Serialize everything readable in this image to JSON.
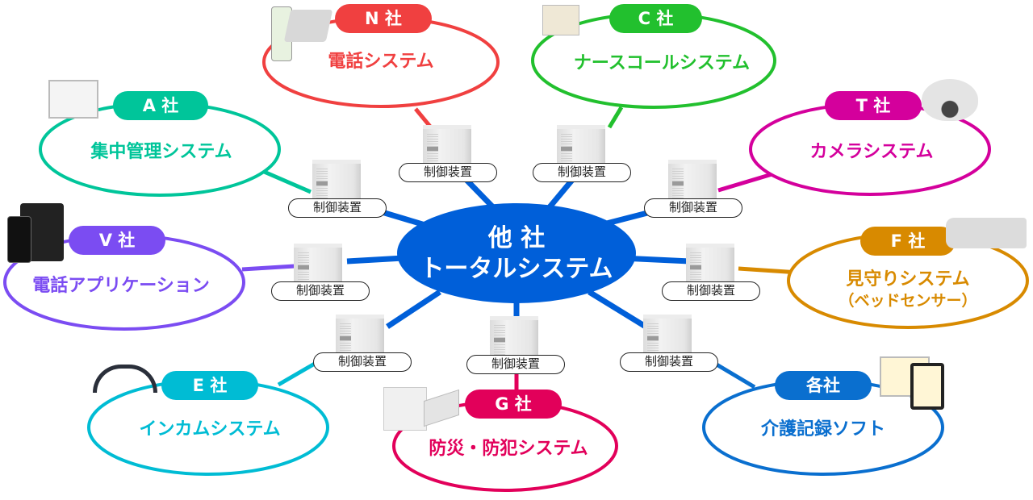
{
  "center": {
    "line1": "他 社",
    "line2": "トータルシステム",
    "color": "#005fd9"
  },
  "device_label": "制御装置",
  "systems": [
    {
      "id": "n",
      "company": "N 社",
      "name": "電話システム",
      "sub": "",
      "color": "#f04040",
      "icon": "phone-icon"
    },
    {
      "id": "c",
      "company": "C 社",
      "name": "ナースコールシステム",
      "sub": "",
      "color": "#22c02e",
      "icon": "nurse-call-icon"
    },
    {
      "id": "t",
      "company": "T 社",
      "name": "カメラシステム",
      "sub": "",
      "color": "#d4009c",
      "icon": "camera-icon"
    },
    {
      "id": "a",
      "company": "A 社",
      "name": "集中管理システム",
      "sub": "",
      "color": "#00c59a",
      "icon": "monitor-icon"
    },
    {
      "id": "v",
      "company": "V 社",
      "name": "電話アプリケーション",
      "sub": "",
      "color": "#7b4cf2",
      "icon": "tablet-icon"
    },
    {
      "id": "f",
      "company": "F 社",
      "name": "見守りシステム",
      "sub": "（ベッドセンサー）",
      "color": "#d88a00",
      "icon": "bed-icon"
    },
    {
      "id": "e",
      "company": "E 社",
      "name": "インカムシステム",
      "sub": "",
      "color": "#00bcd4",
      "icon": "headset-icon"
    },
    {
      "id": "g",
      "company": "G 社",
      "name": "防災・防犯システム",
      "sub": "",
      "color": "#e2005a",
      "icon": "alarm-icon"
    },
    {
      "id": "k",
      "company": "各社",
      "name": "介護記録ソフト",
      "sub": "",
      "color": "#0a6fcf",
      "icon": "care-software-icon"
    }
  ]
}
